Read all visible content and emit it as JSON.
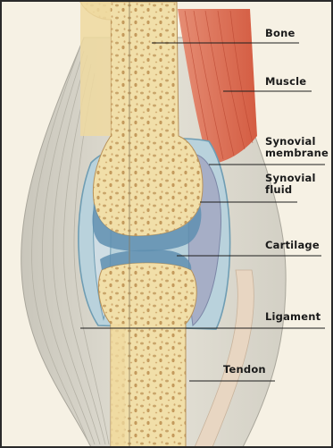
{
  "labels": {
    "bone": "Bone",
    "muscle": "Muscle",
    "synovial_membrane_line1": "Synovial",
    "synovial_membrane_line2": "membrane",
    "synovial_fluid_line1": "Synovial",
    "synovial_fluid_line2": "fluid",
    "cartilage": "Cartilage",
    "ligament": "Ligament",
    "tendon": "Tendon"
  },
  "colors": {
    "bone": "#efdca6",
    "bone_dots": "#c9a56a",
    "muscle": "#e0735a",
    "synovial_membrane": "#8fb8c8",
    "synovial_fluid": "#aab4cc",
    "cartilage": "#5f8fb0",
    "ligament": "#d9d5c9",
    "background": "#f6f1e4"
  }
}
